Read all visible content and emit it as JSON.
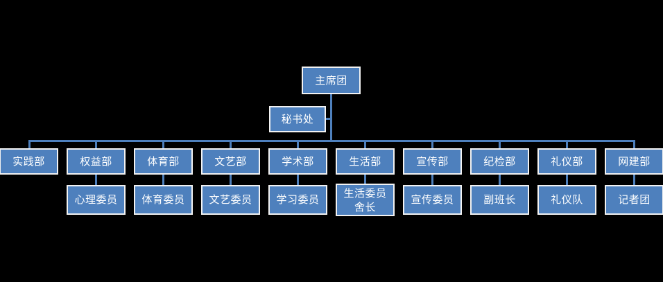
{
  "diagram": {
    "type": "organization-chart",
    "title_node": "主席团",
    "colors": {
      "background": "#000000",
      "node_fill": "#4E80BD",
      "node_border": "#F2F2F2",
      "connector": "#4E80BD",
      "node_text": "#FFFFFF"
    },
    "root": {
      "label": "主席团"
    },
    "assistant": {
      "label": "秘书处"
    },
    "departments": [
      {
        "label": "实践部",
        "child": null
      },
      {
        "label": "权益部",
        "child": "心理委员"
      },
      {
        "label": "体育部",
        "child": "体育委员"
      },
      {
        "label": "文艺部",
        "child": "文艺委员"
      },
      {
        "label": "学术部",
        "child": "学习委员"
      },
      {
        "label": "生活部",
        "child": "生活委员\n舍长"
      },
      {
        "label": "宣传部",
        "child": "宣传委员"
      },
      {
        "label": "纪检部",
        "child": "副班长"
      },
      {
        "label": "礼仪部",
        "child": "礼仪队"
      },
      {
        "label": "网建部",
        "child": "记者团"
      }
    ]
  }
}
